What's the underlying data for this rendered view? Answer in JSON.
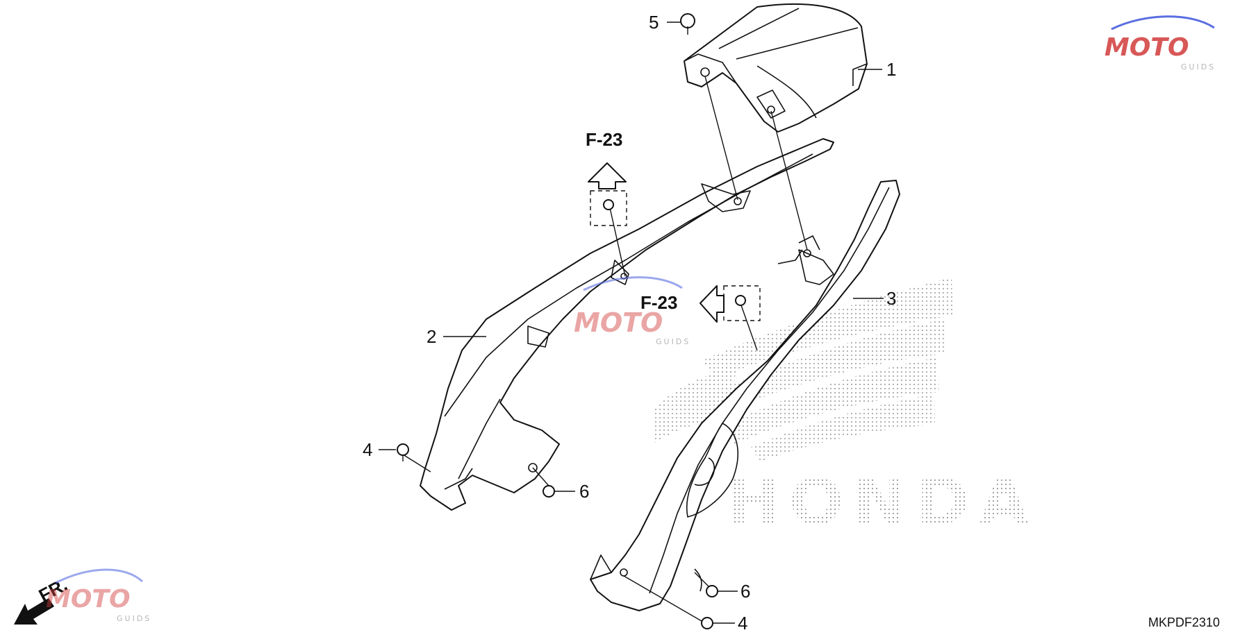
{
  "diagram_code": "MKPDF2310",
  "direction_label": "FR.",
  "reference_labels": [
    "F-23",
    "F-23"
  ],
  "callouts": {
    "c1": "1",
    "c2": "2",
    "c3": "3",
    "c4a": "4",
    "c4b": "4",
    "c5": "5",
    "c6a": "6",
    "c6b": "6"
  },
  "background_brand": "HONDA",
  "watermark": {
    "main": "MOTO",
    "sub": "GUIDS"
  },
  "colors": {
    "line": "#111111",
    "watermark_red": "#d23a3a",
    "watermark_blue": "#5a6ee0",
    "watermark_grey": "#b5b5b5",
    "dots": "#9a9a9a"
  }
}
